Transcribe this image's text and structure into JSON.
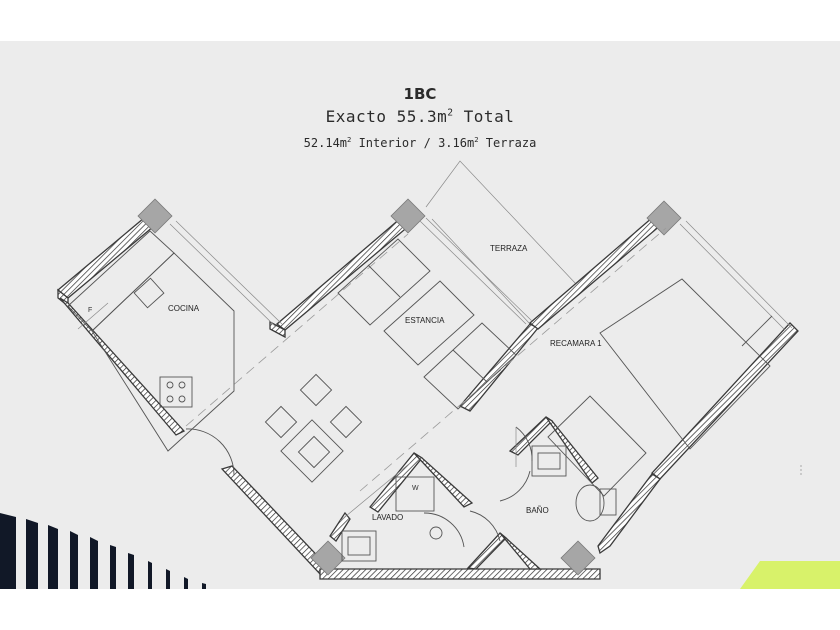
{
  "header": {
    "unit_code": "1BC",
    "total_prefix": "Exacto 55.3m",
    "total_suffix": " Total",
    "interior_value": "52.14m",
    "interior_label": " Interior / ",
    "terrace_value": "3.16m",
    "terrace_label": " Terraza",
    "sup": "2"
  },
  "rooms": {
    "cocina": "COCINA",
    "estancia": "ESTANCIA",
    "terraza": "TERRAZA",
    "recamara": "RECAMARA 1",
    "bano": "BAÑO",
    "lavado": "LAVADO"
  },
  "fixtures": {
    "fridge": "F",
    "washer": "W"
  },
  "colors": {
    "background": "#ececec",
    "wall_stroke": "#3a3a3a",
    "column": "#a6a6a6",
    "accent_green": "#d8f26a",
    "bar_dark": "#111827"
  }
}
